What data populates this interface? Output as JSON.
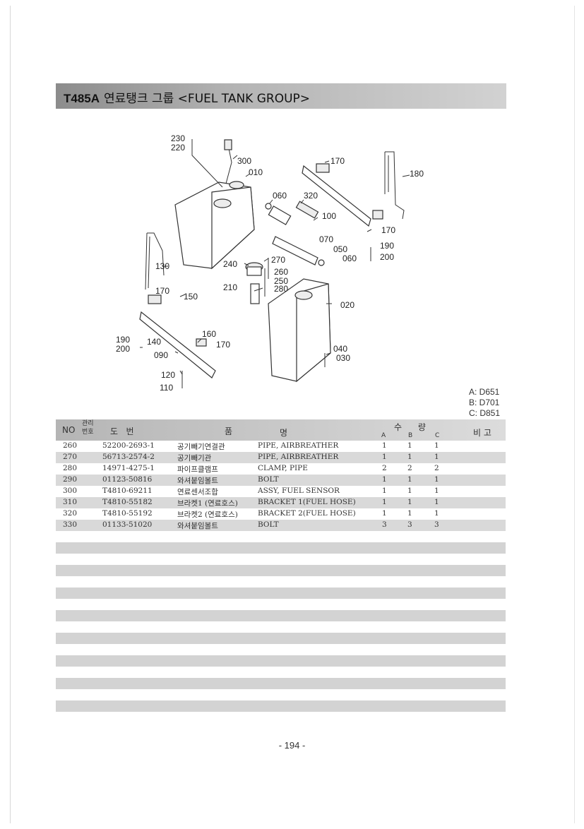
{
  "header": {
    "model": "T485A",
    "title": "연료탱크 그룹 <FUEL TANK GROUP>"
  },
  "diagram": {
    "callouts": [
      "230",
      "220",
      "300",
      "010",
      "170",
      "180",
      "060",
      "320",
      "100",
      "170",
      "070",
      "050",
      "060",
      "190",
      "200",
      "130",
      "240",
      "270",
      "260",
      "250",
      "280",
      "210",
      "170",
      "150",
      "020",
      "160",
      "170",
      "190",
      "140",
      "200",
      "090",
      "040",
      "030",
      "120",
      "110"
    ]
  },
  "models": [
    "A: D651",
    "B: D701",
    "C: D851"
  ],
  "table": {
    "headers": {
      "no": "NO",
      "mgmt_top": "관리",
      "mgmt_bottom": "번호",
      "drawing": "도   번",
      "name_left": "품",
      "name_right": "명",
      "qty": "수      량",
      "qty_a": "A",
      "qty_b": "B",
      "qty_c": "C",
      "remarks": "비 고"
    },
    "rows": [
      {
        "no": "260",
        "part": "52200-2693-1",
        "kr": "공기빼기연결관",
        "en": "PIPE, AIRBREATHER",
        "a": "1",
        "b": "1",
        "c": "1"
      },
      {
        "no": "270",
        "part": "56713-2574-2",
        "kr": "공기빼기관",
        "en": "PIPE, AIRBREATHER",
        "a": "1",
        "b": "1",
        "c": "1"
      },
      {
        "no": "280",
        "part": "14971-4275-1",
        "kr": "파이프클램프",
        "en": "CLAMP, PIPE",
        "a": "2",
        "b": "2",
        "c": "2"
      },
      {
        "no": "290",
        "part": "01123-50816",
        "kr": "와셔붙임볼트",
        "en": "BOLT",
        "a": "1",
        "b": "1",
        "c": "1"
      },
      {
        "no": "300",
        "part": "T4810-69211",
        "kr": "연료센서조합",
        "en": "ASSY, FUEL SENSOR",
        "a": "1",
        "b": "1",
        "c": "1"
      },
      {
        "no": "310",
        "part": "T4810-55182",
        "kr": "브라켓1 (연료호스)",
        "en": "BRACKET 1(FUEL HOSE)",
        "a": "1",
        "b": "1",
        "c": "1"
      },
      {
        "no": "320",
        "part": "T4810-55192",
        "kr": "브라켓2 (연료호스)",
        "en": "BRACKET 2(FUEL HOSE)",
        "a": "1",
        "b": "1",
        "c": "1"
      },
      {
        "no": "330",
        "part": "01133-51020",
        "kr": "와셔붙임볼트",
        "en": "BOLT",
        "a": "3",
        "b": "3",
        "c": "3"
      }
    ]
  },
  "page_number": "- 194 -"
}
